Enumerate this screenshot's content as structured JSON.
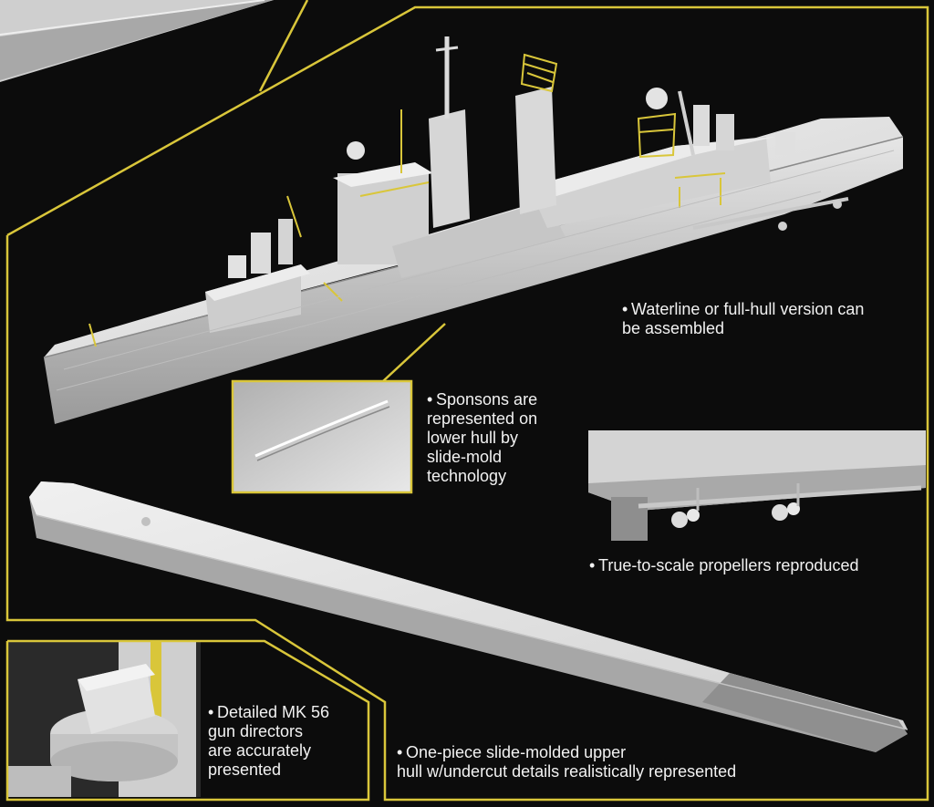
{
  "accent_color": "#d9c63a",
  "background_color": "#0c0c0c",
  "model_color": "#d8d8d8",
  "bullet": "•",
  "notes": {
    "waterline": "Waterline or full-hull version can\nbe assembled",
    "sponsons": "Sponsons are\nrepresented on\nlower hull by\nslide-mold\ntechnology",
    "propellers": "True-to-scale propellers reproduced",
    "mk56": "Detailed MK 56\ngun directors\nare accurately\npresented",
    "onepiece": "One-piece slide-molded upper\nhull w/undercut details realistically represented"
  }
}
